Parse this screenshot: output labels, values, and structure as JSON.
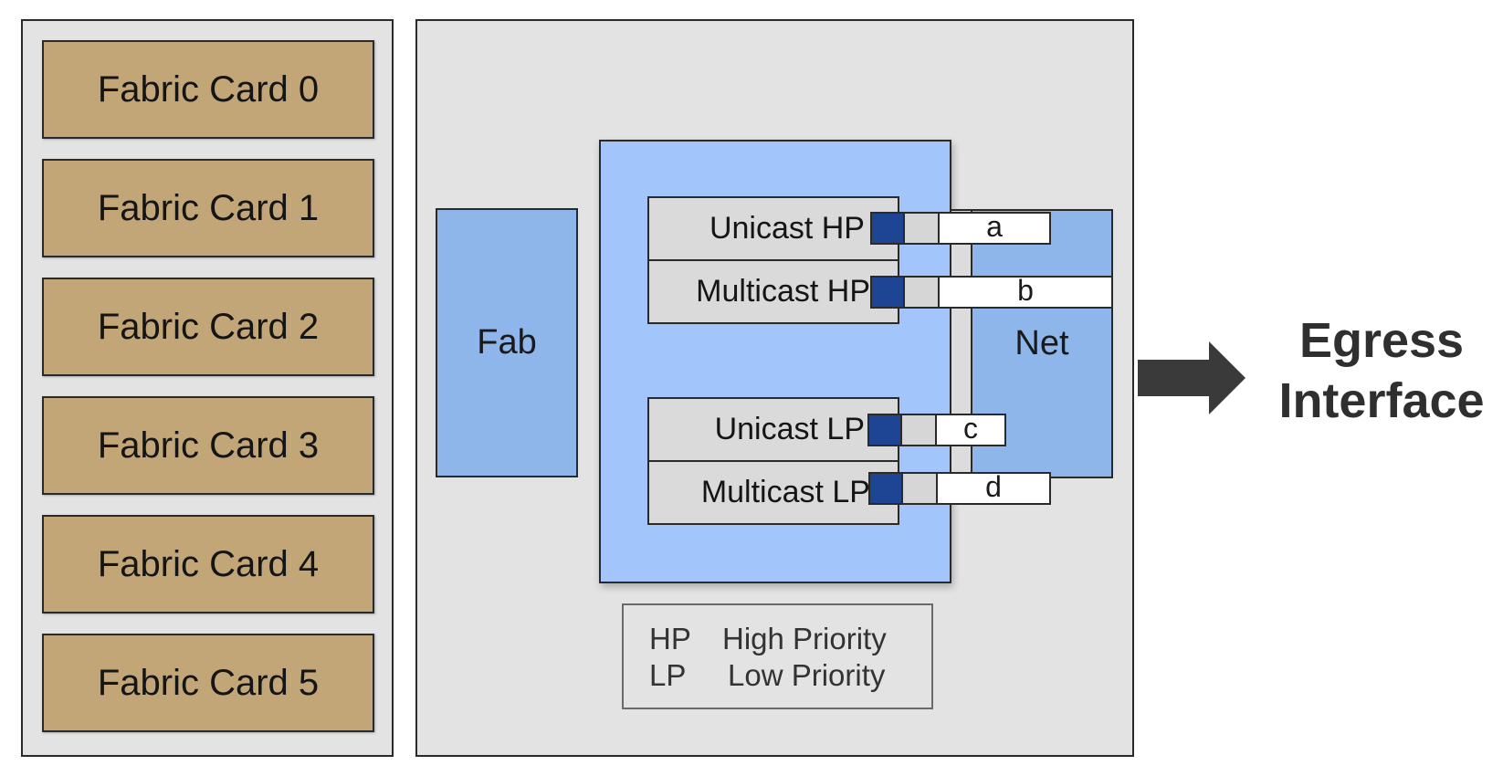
{
  "fabric_cards": [
    {
      "label": "Fabric Card 0"
    },
    {
      "label": "Fabric Card 1"
    },
    {
      "label": "Fabric Card 2"
    },
    {
      "label": "Fabric Card 3"
    },
    {
      "label": "Fabric Card 4"
    },
    {
      "label": "Fabric Card 5"
    }
  ],
  "fab_block": {
    "label": "Fab"
  },
  "net_block": {
    "label": "Net"
  },
  "queues": [
    {
      "label": "Unicast HP",
      "slot": "a"
    },
    {
      "label": "Multicast HP",
      "slot": "b"
    },
    {
      "label": "Unicast LP",
      "slot": "c"
    },
    {
      "label": "Multicast LP",
      "slot": "d"
    }
  ],
  "legend": [
    {
      "abbr": "HP",
      "meaning": "High Priority"
    },
    {
      "abbr": "LP",
      "meaning": "Low Priority"
    }
  ],
  "egress": {
    "line1": "Egress",
    "line2": "Interface"
  },
  "colors": {
    "fabric_card": "#c2a678",
    "panel": "#e3e3e3",
    "fab_net": "#8eb6ea",
    "queue_area": "#a2c6fb",
    "slot_dark": "#1e4594",
    "arrow": "#3a3a3a"
  }
}
